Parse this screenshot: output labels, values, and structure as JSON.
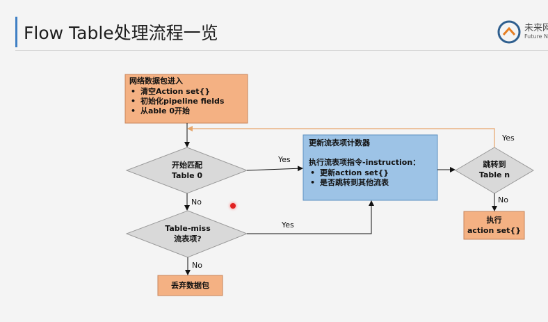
{
  "slide": {
    "title": "Flow Table处理流程一览",
    "logo": {
      "name_cn": "未来网",
      "name_en": "Future Net"
    }
  },
  "diagram": {
    "start_box": {
      "heading": "网络数据包进入",
      "items": [
        "清空Action set{}",
        "初始化pipeline fields",
        "从able 0开始"
      ]
    },
    "match_decision": {
      "line1": "开始匹配",
      "line2": "Table 0"
    },
    "miss_decision": {
      "line1": "Table-miss",
      "line2": "流表项?"
    },
    "drop_box": {
      "label": "丢弃数据包"
    },
    "update_box": {
      "line1": "更新流表项计数器",
      "line2": "执行流表项指令-instruction：",
      "items": [
        "更新action set{}",
        "是否跳转到其他流表"
      ]
    },
    "goto_decision": {
      "line1": "跳转到",
      "line2": "Table n"
    },
    "exec_box": {
      "line1": "执行",
      "line2": "action set{}"
    },
    "edge_labels": {
      "match_yes": "Yes",
      "match_no": "No",
      "miss_yes": "Yes",
      "miss_no": "No",
      "goto_yes": "Yes",
      "goto_no": "No"
    },
    "colors": {
      "orange_fill": "#f4b183",
      "blue_fill": "#9dc3e6",
      "decision_fill": "#d9d9d9",
      "loop_line": "#e6a56a"
    }
  }
}
